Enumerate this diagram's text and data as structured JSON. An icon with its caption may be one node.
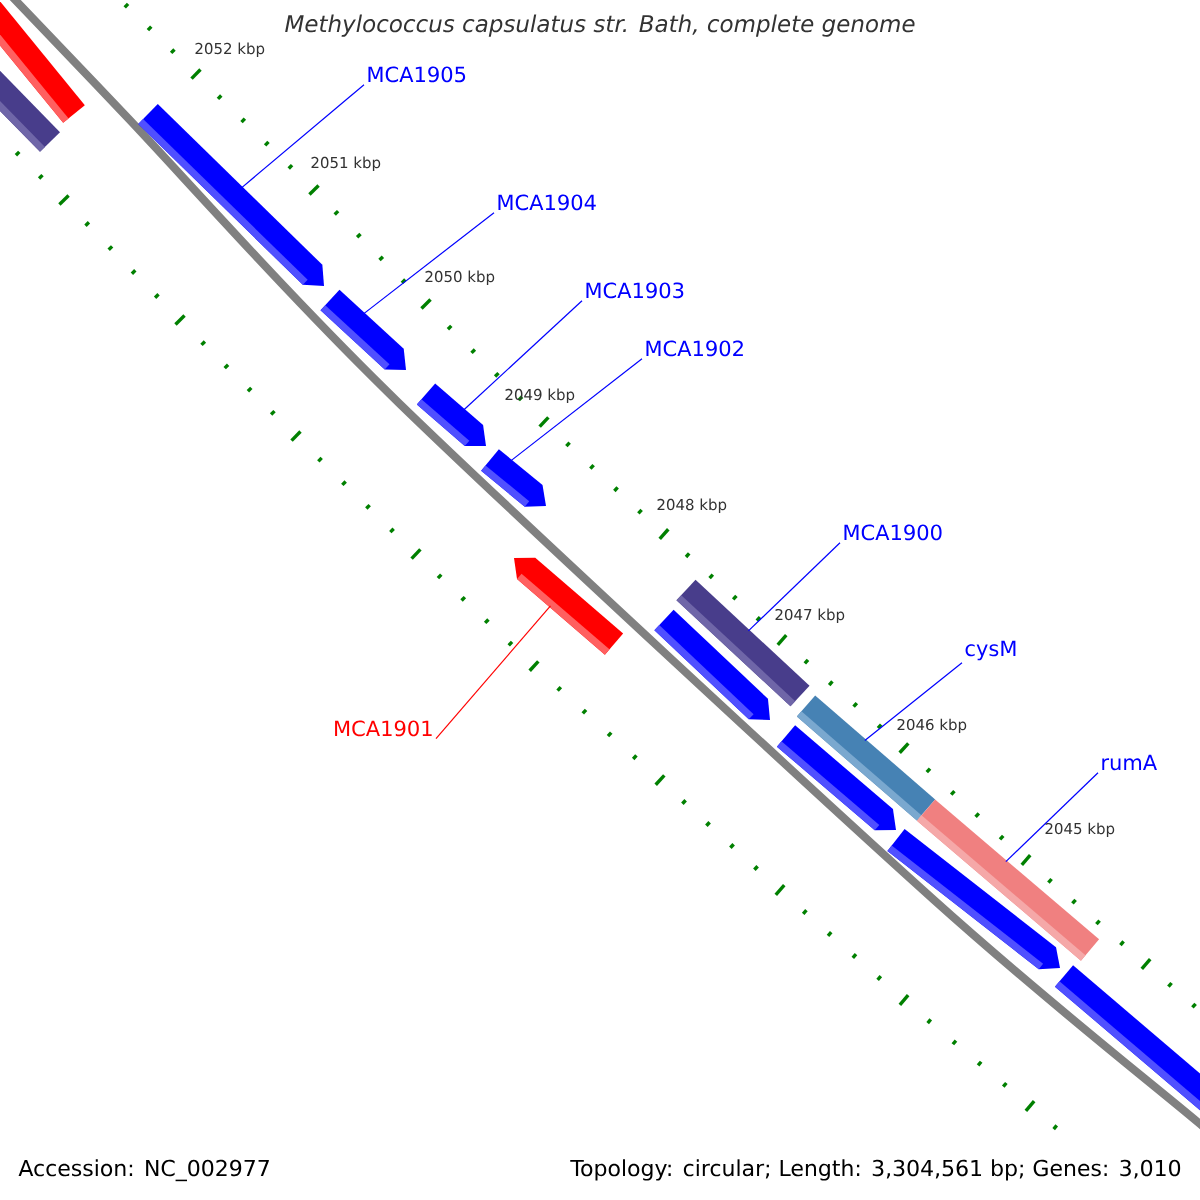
{
  "diagram": {
    "title": "Methylococcus capsulatus str. Bath, complete genome",
    "nodes": [
      {
        "text": [
          "MCA1905"
        ]
      },
      {
        "text": [
          "MCA1904"
        ]
      },
      {
        "text": [
          "MCA1903"
        ]
      },
      {
        "text": [
          "MCA1902"
        ]
      },
      {
        "text": [
          "MCA1900"
        ]
      },
      {
        "text": [
          "cysM"
        ]
      },
      {
        "text": [
          "MCA1901"
        ]
      },
      {
        "text": [
          "rumA"
        ]
      },
      {
        "text": [],
        "shape": "bar"
      },
      {
        "text": [],
        "shape": "bar"
      },
      {
        "text": [],
        "shape": "arrow"
      },
      {
        "text": [],
        "shape": "arrow"
      },
      {
        "text": [],
        "shape": "arrow"
      },
      {
        "text": [],
        "shape": "arrow"
      },
      {
        "text": [],
        "shape": "arrow"
      },
      {
        "text": [],
        "shape": "arrow"
      },
      {
        "text": [],
        "shape": "bar"
      },
      {
        "text": [],
        "shape": "bar"
      },
      {
        "text": [],
        "shape": "arrow"
      },
      {
        "text": [],
        "shape": "bar"
      },
      {
        "text": [],
        "shape": "arrow"
      },
      {
        "text": [],
        "shape": "bar"
      }
    ],
    "edges": [
      {
        "from": 0,
        "to": 10,
        "arrow": "none"
      },
      {
        "from": 1,
        "to": 11,
        "arrow": "none"
      },
      {
        "from": 2,
        "to": 12,
        "arrow": "none"
      },
      {
        "from": 3,
        "to": 13,
        "arrow": "none"
      },
      {
        "from": 4,
        "to": 16,
        "arrow": "none"
      },
      {
        "from": 5,
        "to": 17,
        "arrow": "none"
      },
      {
        "from": 6,
        "to": 14,
        "arrow": "none",
        "color": "#ff0000"
      },
      {
        "from": 7,
        "to": 19,
        "arrow": "none"
      }
    ],
    "labels": [
      "2052 kbp",
      "2051 kbp",
      "2050 kbp",
      "2049 kbp",
      "2048 kbp",
      "2047 kbp",
      "2046 kbp",
      "2045 kbp",
      "Accession: NC_002977",
      "Topology: circular; Length: 3,304,561 bp; Genes: 3,010"
    ]
  }
}
